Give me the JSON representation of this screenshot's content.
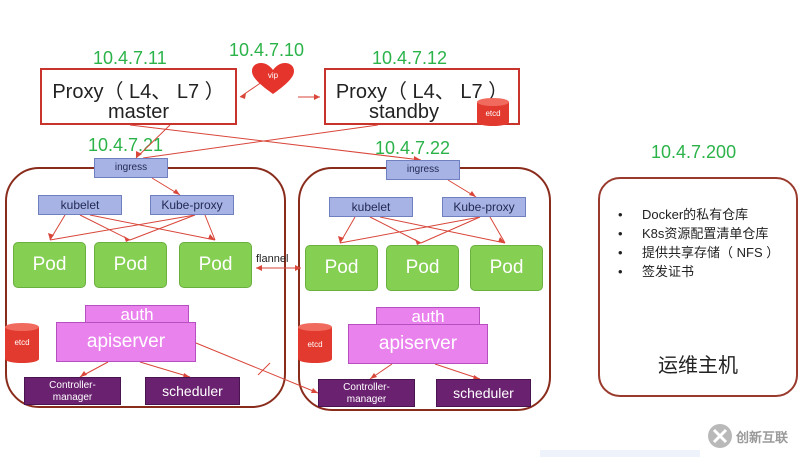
{
  "ips": {
    "proxy_master": "10.4.7.11",
    "vip": "10.4.7.10",
    "proxy_standby": "10.4.7.12",
    "node1": "10.4.7.21",
    "node2": "10.4.7.22",
    "ops_host": "10.4.7.200"
  },
  "proxy_master": {
    "line1": "Proxy（ L4、 L7 ）",
    "line2": "master"
  },
  "proxy_standby": {
    "line1": "Proxy（ L4、 L7 ）",
    "line2": "standby"
  },
  "vip_label": "vip",
  "labels": {
    "ingress": "ingress",
    "kubelet": "kubelet",
    "kube_proxy": "Kube-proxy",
    "pod": "Pod",
    "flannel": "flannel",
    "auth": "auth",
    "apiserver": "apiserver",
    "etcd": "etcd",
    "controller_manager_1": "Controller-",
    "controller_manager_2": "manager",
    "scheduler": "scheduler"
  },
  "ops_host": {
    "items": [
      "Docker的私有仓库",
      "K8s资源配置清单仓库",
      "提供共享存储（ NFS ）",
      "签发证书"
    ],
    "title": "运维主机"
  },
  "watermark": "创新互联",
  "colors": {
    "ip_green": "#2bb34a",
    "pod_green": "#85cf53",
    "lavender": "#a7b3e4",
    "pink": "#ea82ee",
    "purple": "#6a2170",
    "red_line": "#d9463a",
    "etcd_red": "#e23a2e"
  }
}
